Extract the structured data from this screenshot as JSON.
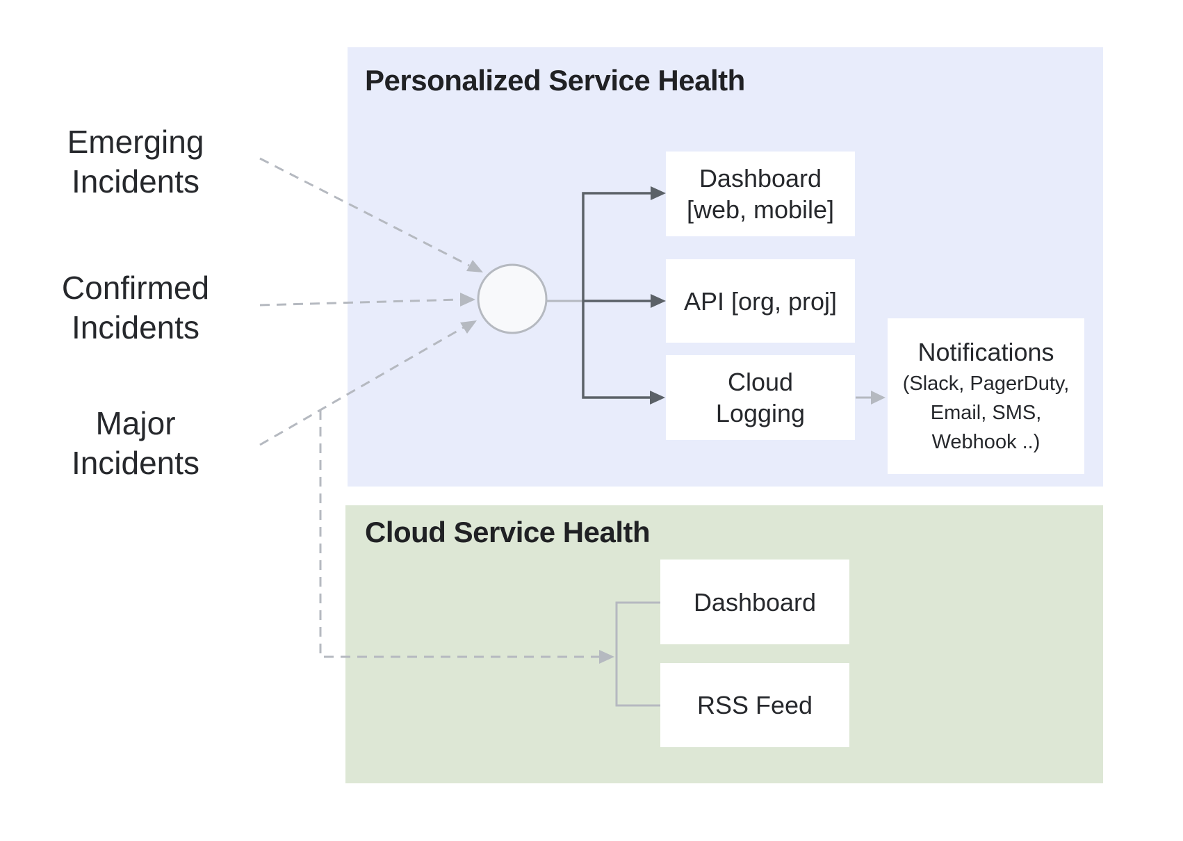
{
  "colors": {
    "panel_blue": "#e8ecfb",
    "panel_green": "#dde7d5",
    "box_bg": "#ffffff",
    "dark_line": "#5b6167",
    "light_line": "#b5b9c0",
    "text": "#26282c",
    "title_text": "#202124",
    "circle_fill": "#f8f9fb"
  },
  "left_labels": [
    {
      "lines": [
        "Emerging",
        "Incidents"
      ]
    },
    {
      "lines": [
        "Confirmed",
        "Incidents"
      ]
    },
    {
      "lines": [
        "Major",
        "Incidents"
      ]
    }
  ],
  "personalized_panel": {
    "title": "Personalized Service Health",
    "boxes": {
      "dashboard": {
        "lines": [
          "Dashboard",
          "[web, mobile]"
        ]
      },
      "api": {
        "lines": [
          "API [org, proj]"
        ]
      },
      "cloud_logging": {
        "lines": [
          "Cloud",
          "Logging"
        ]
      },
      "notifications": {
        "title": "Notifications",
        "sub_lines": [
          "(Slack, PagerDuty,",
          "Email, SMS,",
          "Webhook ..)"
        ]
      }
    }
  },
  "cloud_panel": {
    "title": "Cloud Service Health",
    "boxes": {
      "dashboard": {
        "label": "Dashboard"
      },
      "rss_feed": {
        "label": "RSS Feed"
      }
    }
  }
}
